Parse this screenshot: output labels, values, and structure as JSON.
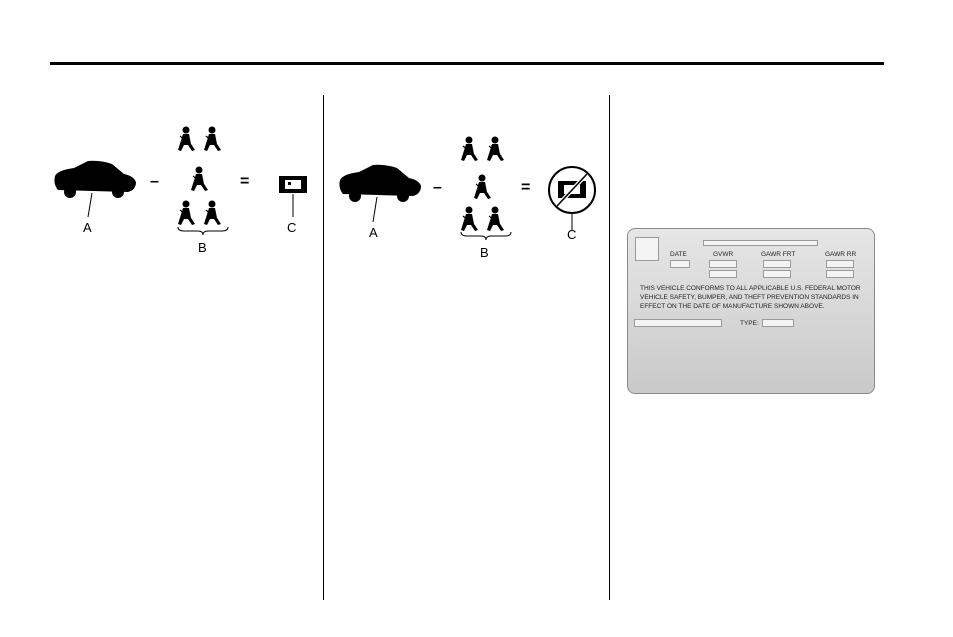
{
  "figure_left": {
    "callouts": {
      "a": "A",
      "b": "B",
      "c": "C"
    },
    "operators": {
      "minus": "–",
      "equals": "="
    }
  },
  "figure_middle": {
    "callouts": {
      "a": "A",
      "b": "B",
      "c": "C"
    },
    "operators": {
      "minus": "–",
      "equals": "="
    }
  },
  "certification_label": {
    "col_date": "DATE",
    "col_gvwr": "GVWR",
    "col_gawr_frt": "GAWR FRT",
    "col_gawr_rr": "GAWR RR",
    "statement_line1": "THIS VEHICLE CONFORMS TO ALL APPLICABLE U.S. FEDERAL MOTOR",
    "statement_line2": "VEHICLE SAFETY, BUMPER, AND THEFT PREVENTION STANDARDS IN",
    "statement_line3": "EFFECT ON THE DATE OF MANUFACTURE SHOWN ABOVE.",
    "type_label": "TYPE:"
  }
}
